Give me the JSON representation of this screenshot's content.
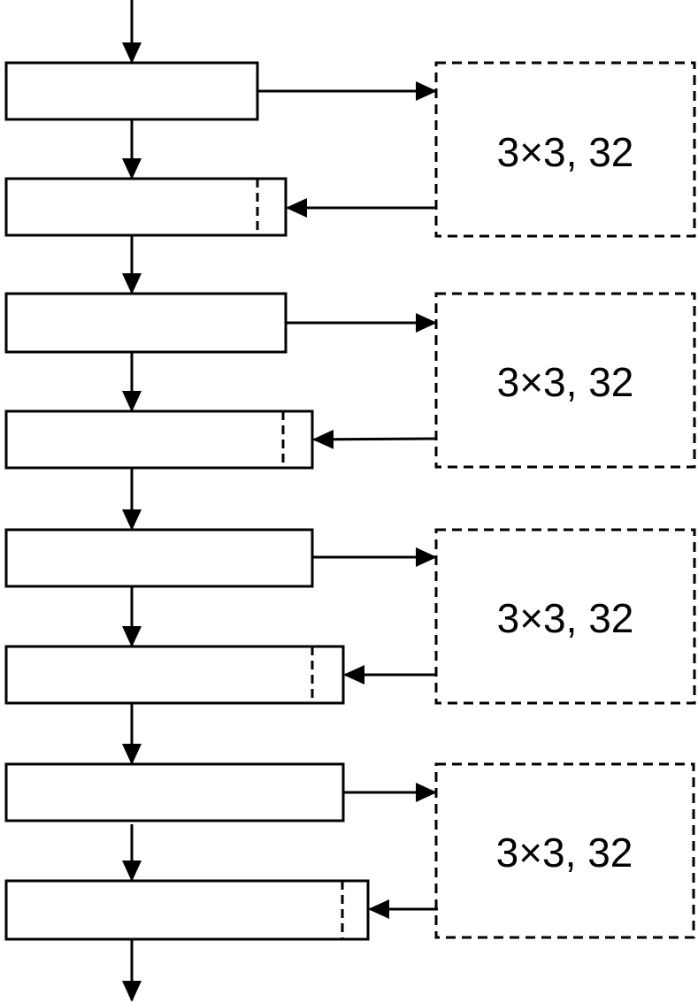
{
  "diagram": {
    "conv_blocks": [
      {
        "label": "3×3, 32"
      },
      {
        "label": "3×3, 32"
      },
      {
        "label": "3×3, 32"
      },
      {
        "label": "3×3, 32"
      }
    ],
    "line_color": "#000000",
    "background_color": "#ffffff"
  }
}
